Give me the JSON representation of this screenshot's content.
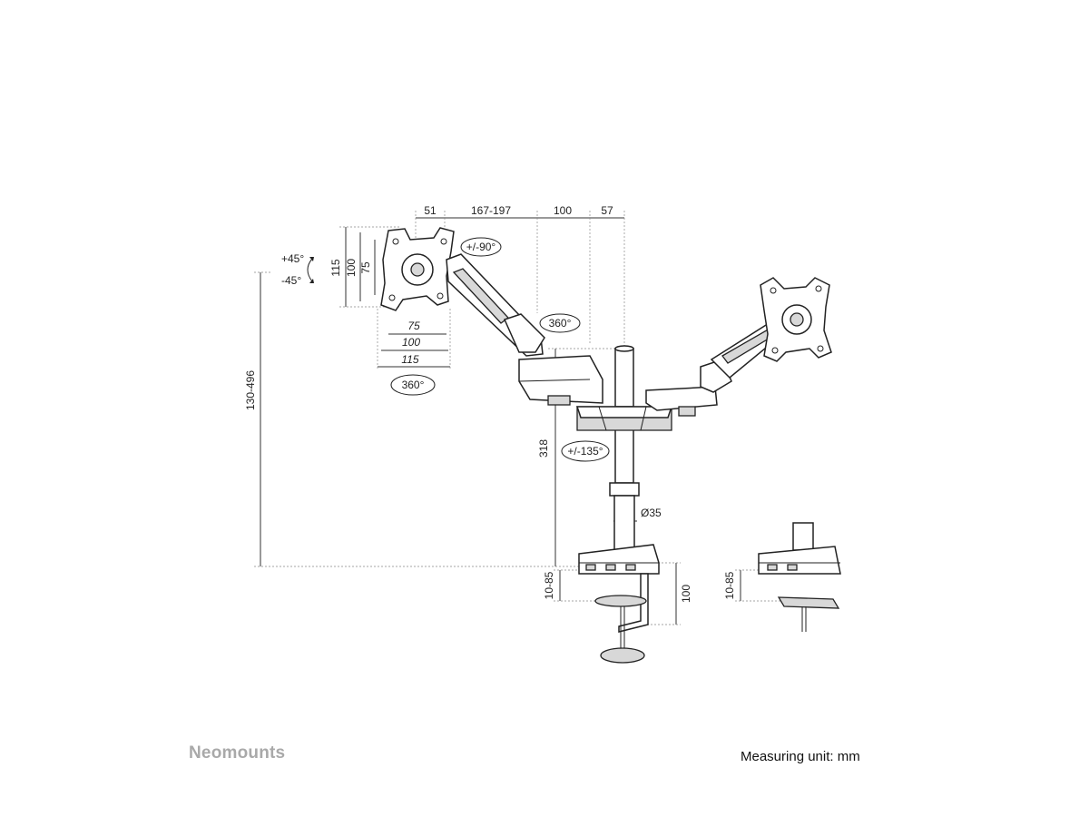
{
  "brand": {
    "name": "Neomounts"
  },
  "footer": {
    "measuring_unit": "Measuring unit: mm"
  },
  "dimensions": {
    "arm_widths": [
      "51",
      "167-197",
      "100",
      "57"
    ],
    "vesa_vertical": [
      "115",
      "100",
      "75"
    ],
    "vesa_horizontal": [
      "75",
      "100",
      "115"
    ],
    "tilt_up": "+45°",
    "tilt_down": "-45°",
    "rotation_arm": "+/-90°",
    "swivel_arm": "360°",
    "swivel_head": "360°",
    "swivel_base": "+/-135°",
    "height_range": "130-496",
    "pole_height": "318",
    "pole_diameter": "Ø35",
    "clamp_thickness": "10-85",
    "clamp_depth": "100",
    "grommet_thickness": "10-85"
  }
}
